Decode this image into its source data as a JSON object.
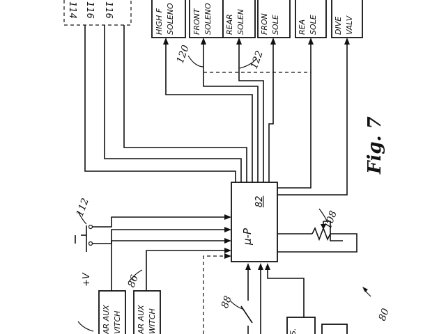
{
  "diagram": {
    "figure_label": "Fig. 7",
    "system_ref": "80",
    "processor": {
      "label": "μ-P",
      "ref": "82"
    },
    "outputs": [
      {
        "line1": "HIGH F",
        "line2": "SOLENO"
      },
      {
        "line1": "FRONT",
        "line2": "SOLENO"
      },
      {
        "line1": "REAR",
        "line2": "SOLEN"
      },
      {
        "line1": "FRON",
        "line2": "SOLE"
      },
      {
        "line1": "REA",
        "line2": "SOLE"
      },
      {
        "line1": "DIVE",
        "line2": "VALV"
      }
    ],
    "inputs": {
      "rear_aux_switch_1": {
        "line1": "AR AUX",
        "line2": "VITCH"
      },
      "rear_aux_switch_2": {
        "line1": "AR AUX",
        "line2": "WITCH"
      },
      "bottom_box_1": "S.",
      "bottom_box_2": ""
    },
    "labels": {
      "top_dashed_1": "114",
      "top_dashed_2": "116",
      "top_dashed_3": "116",
      "ref_120": "120",
      "ref_122": "122",
      "ref_112": "112",
      "ref_108": "108",
      "ref_86": "86",
      "ref_88": "88",
      "plus_v": "+V"
    }
  }
}
